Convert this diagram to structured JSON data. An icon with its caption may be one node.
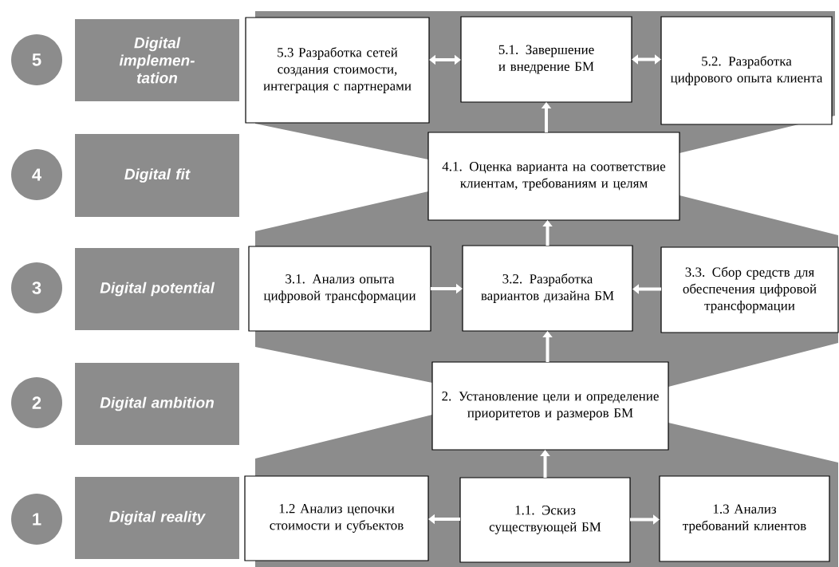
{
  "diagram": {
    "nodes": [
      {
        "text": [
          "5"
        ]
      },
      {
        "text": [
          "Digital implemen- tation"
        ]
      },
      {
        "text": [
          "5.3 Разработка сетей создания стоимости, интеграция с партнерами"
        ]
      },
      {
        "text": [
          "5.1. Завершение и внедрение БМ"
        ]
      },
      {
        "text": [
          "5.2. Разработка цифрового опыта клиента"
        ]
      },
      {
        "text": [
          "4"
        ]
      },
      {
        "text": [
          "Digital fit"
        ]
      },
      {
        "text": [
          "4.1. Оценка варианта на соответствие клиентам, требованиям и целям"
        ]
      },
      {
        "text": [
          "3"
        ]
      },
      {
        "text": [
          "Digital potential"
        ]
      },
      {
        "text": [
          "3.1. Анализ опыта цифровой трансформации"
        ]
      },
      {
        "text": [
          "3.2. Разработка вариантов дизайна БМ"
        ]
      },
      {
        "text": [
          "3.3. Сбор средств для обеспечения цифровой трансформации"
        ]
      },
      {
        "text": [
          "2"
        ]
      },
      {
        "text": [
          "Digital ambition"
        ]
      },
      {
        "text": [
          "2. Установление цели и определение приоритетов и размеров БМ"
        ]
      },
      {
        "text": [
          "1"
        ]
      },
      {
        "text": [
          "Digital reality"
        ]
      },
      {
        "text": [
          "1.2 Анализ цепочки стоимости и субъектов"
        ]
      },
      {
        "text": [
          "1.1. Эскиз существующей БМ"
        ]
      },
      {
        "text": [
          "1.3 Анализ требований клиентов"
        ]
      }
    ],
    "edges": [
      {
        "from": 19,
        "to": 18,
        "arrow": "to"
      },
      {
        "from": 19,
        "to": 20,
        "arrow": "to"
      },
      {
        "from": 19,
        "to": 15,
        "arrow": "to"
      },
      {
        "from": 15,
        "to": 11,
        "arrow": "to"
      },
      {
        "from": 10,
        "to": 11,
        "arrow": "to"
      },
      {
        "from": 12,
        "to": 11,
        "arrow": "to"
      },
      {
        "from": 11,
        "to": 7,
        "arrow": "to"
      },
      {
        "from": 7,
        "to": 3,
        "arrow": "to"
      },
      {
        "from": 3,
        "to": 2,
        "arrow": "both"
      },
      {
        "from": 3,
        "to": 4,
        "arrow": "both"
      }
    ]
  }
}
